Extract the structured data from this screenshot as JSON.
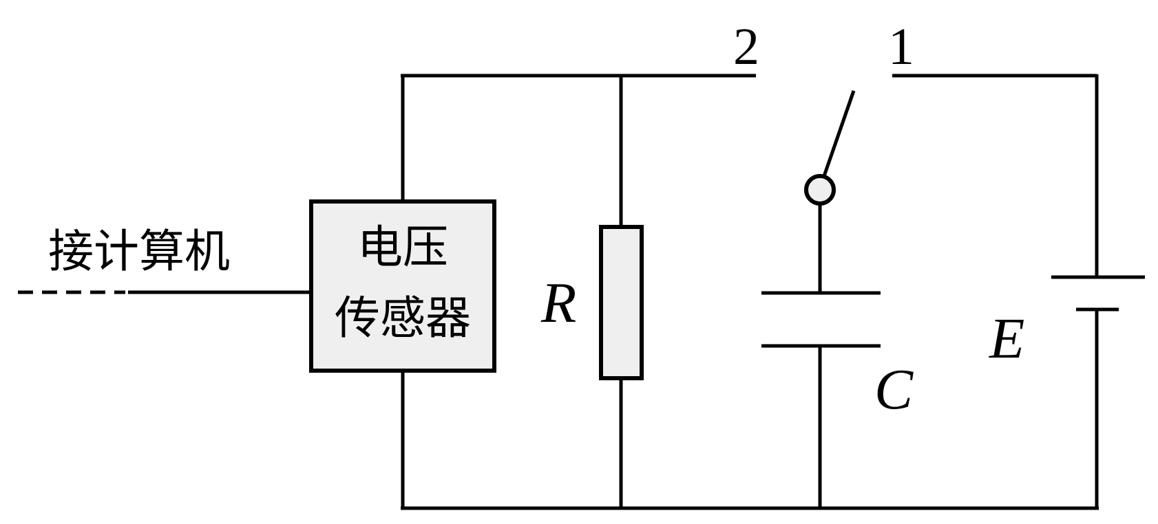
{
  "diagram": {
    "computer_label": "接计算机",
    "sensor_label_line1": "电压",
    "sensor_label_line2": "传感器",
    "resistor_label": "R",
    "capacitor_label": "C",
    "battery_label": "E",
    "terminal_2_label": "2",
    "terminal_1_label": "1"
  },
  "colors": {
    "line": "#000000",
    "component_fill": "#efefef",
    "background": "#ffffff"
  }
}
